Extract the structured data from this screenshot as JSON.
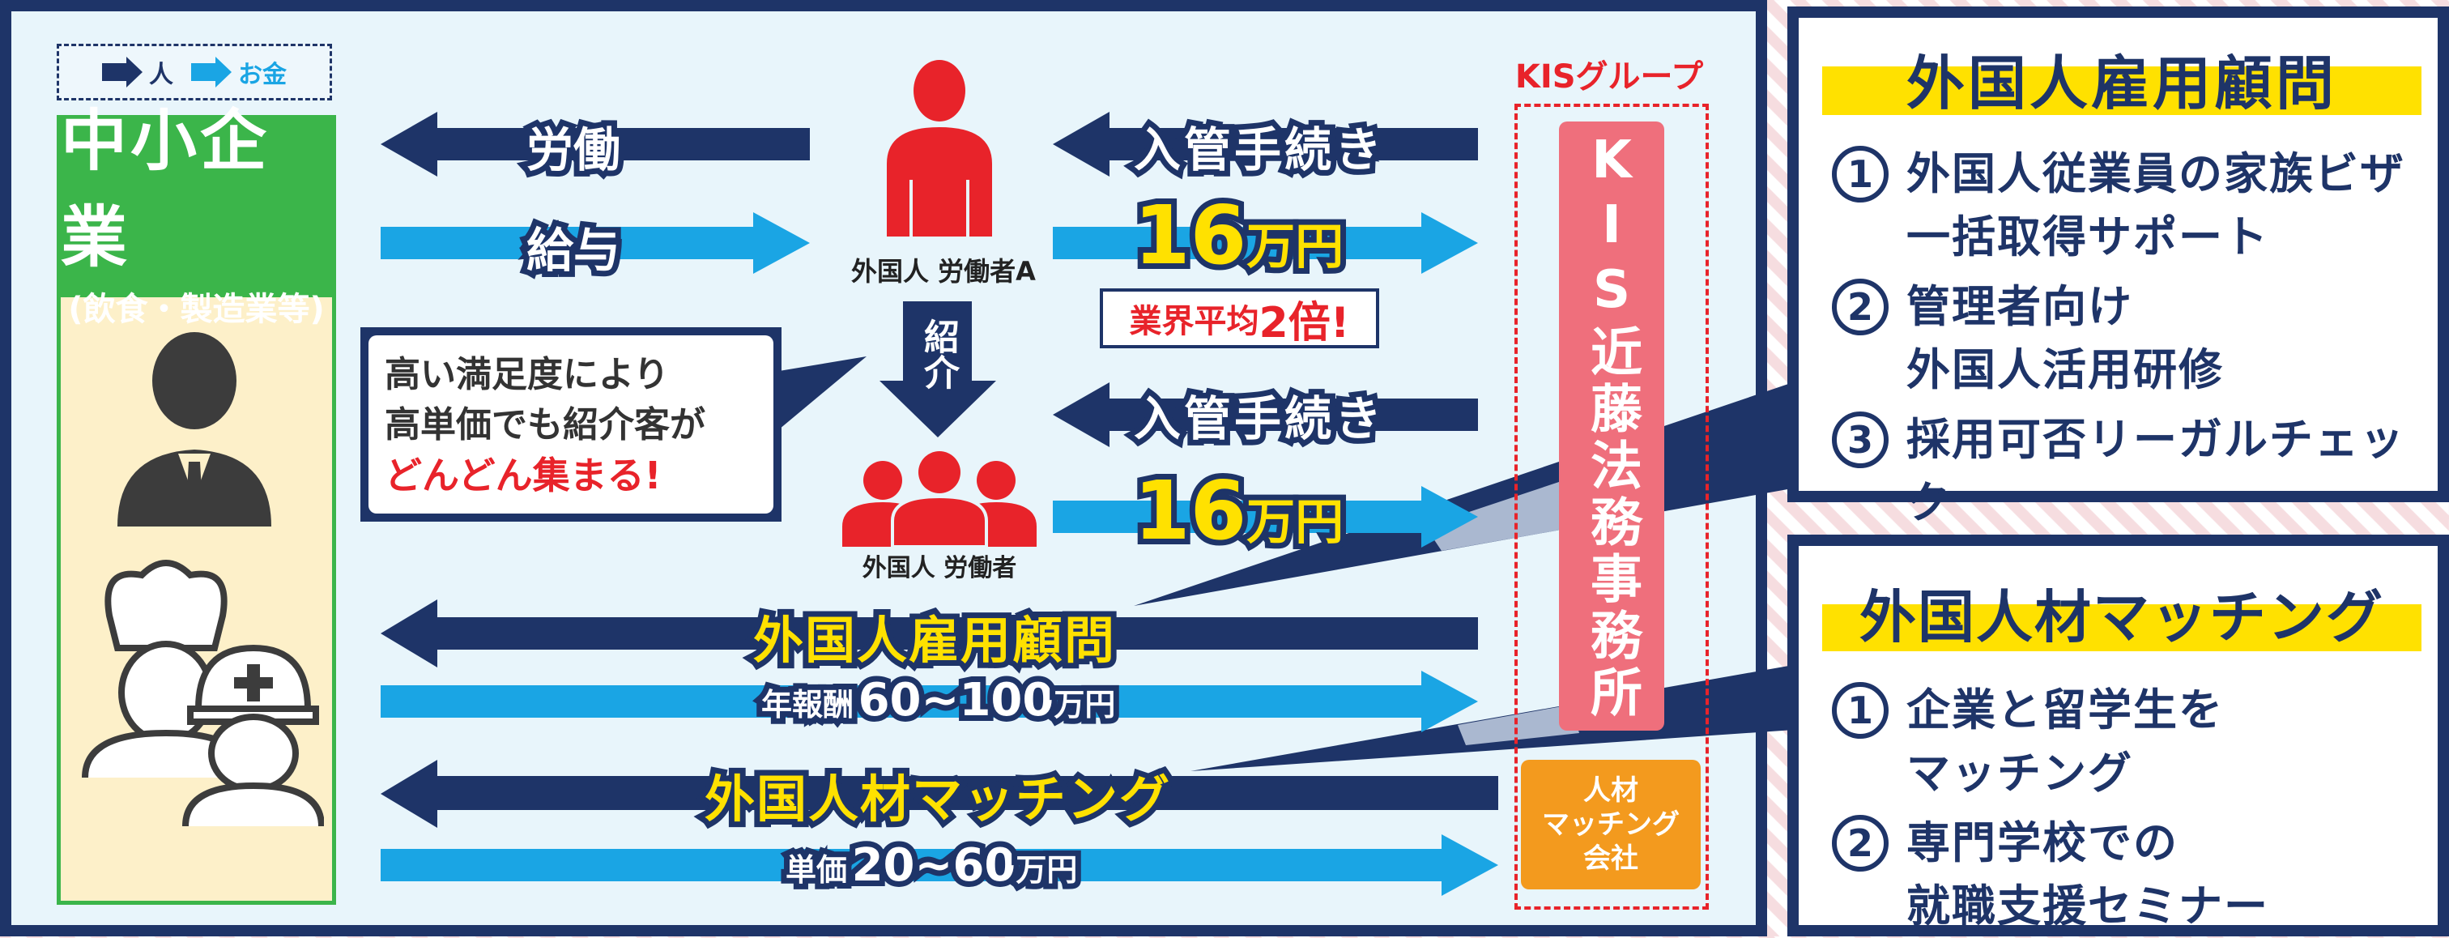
{
  "legend": {
    "person": "人",
    "money": "お金"
  },
  "company": {
    "title": "中小企業",
    "subtitle": "(飲食・製造業等)"
  },
  "worker_a_label": "外国人 労働者A",
  "workers_label": "外国人 労働者",
  "intro_label": "紹介",
  "flows": {
    "labor": "労働",
    "salary": "給与",
    "immigration_1": "入管手続き",
    "price_1": "16",
    "unit": "万円",
    "industry_avg": "業界平均",
    "industry_mult": "2倍!",
    "immigration_2": "入管手続き",
    "price_2": "16",
    "consult": "外国人雇用顧問",
    "consult_fee_label": "年報酬",
    "consult_fee": "60~100",
    "matching": "外国人材マッチング",
    "matching_fee_label": "単価",
    "matching_fee": "20~60"
  },
  "bubble": {
    "line1": "高い満足度により",
    "line2": "高単価でも紹介客が",
    "line3": "どんどん集まる!"
  },
  "kis": {
    "group_label": "KISグループ",
    "firm": "KIS近藤法務事務所",
    "matching_company": "人材\nマッチング\n会社"
  },
  "right_top": {
    "title": "外国人雇用顧問",
    "items": [
      {
        "num": "1",
        "text": "外国人従業員の家族ビザ\n一括取得サポート"
      },
      {
        "num": "2",
        "text": "管理者向け\n外国人活用研修"
      },
      {
        "num": "3",
        "text": "採用可否リーガルチェック"
      }
    ]
  },
  "right_bottom": {
    "title": "外国人材マッチング",
    "items": [
      {
        "num": "1",
        "text": "企業と留学生を\nマッチング"
      },
      {
        "num": "2",
        "text": "専門学校での\n就職支援セミナー"
      }
    ]
  },
  "colors": {
    "navy": "#1e3468",
    "light_blue": "#1aa5e4",
    "green": "#3bb54a",
    "red": "#e8232a",
    "pink": "#ef6f7c",
    "orange": "#f39a1e",
    "yellow": "#ffe100",
    "cream": "#fdf0c9"
  }
}
